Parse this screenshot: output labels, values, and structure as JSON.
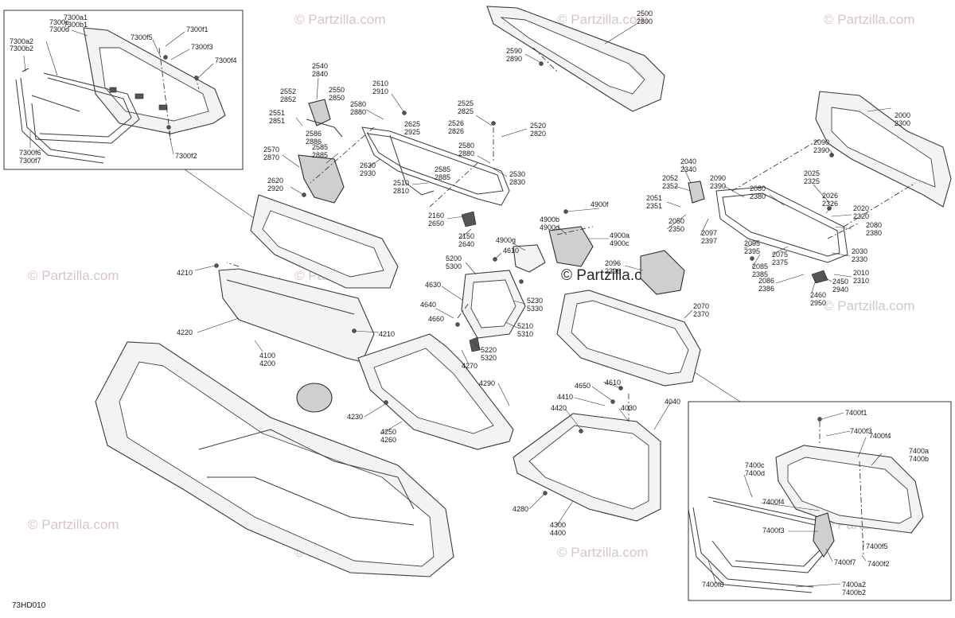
{
  "watermark": {
    "text": "© Partzilla.com",
    "center_text": "© Partzilla.com"
  },
  "diagram_code": "73HD010",
  "callouts": {
    "c7300c": "7300c",
    "c7300d": "7300d",
    "c7300a1": "7300a1",
    "c7300b1": "7300b1",
    "c7300f5": "7300f5",
    "c7300f1": "7300f1",
    "c7300f3": "7300f3",
    "c7300f4": "7300f4",
    "c7300a2": "7300a2",
    "c7300b2": "7300b2",
    "c7300f6": "7300f6",
    "c7300f7": "7300f7",
    "c7300f2": "7300f2",
    "c2500": "2500",
    "c2800": "2800",
    "c2590": "2590",
    "c2890": "2890",
    "c2540": "2540",
    "c2840": "2840",
    "c2610": "2610",
    "c2910": "2910",
    "c2552": "2552",
    "c2852": "2852",
    "c2550": "2550",
    "c2850": "2850",
    "c2551": "2551",
    "c2851": "2851",
    "c2580a": "2580",
    "c2880a": "2880",
    "c2586": "2586",
    "c2886": "2886",
    "c2625": "2625",
    "c2925": "2925",
    "c2525": "2525",
    "c2825": "2825",
    "c2526": "2526",
    "c2826": "2826",
    "c2520": "2520",
    "c2820": "2820",
    "c2000": "2000",
    "c2300": "2300",
    "c2570": "2570",
    "c2870": "2870",
    "c2585a": "2585",
    "c2885a": "2885",
    "c2630": "2630",
    "c2930": "2930",
    "c2580b": "2580",
    "c2880b": "2880",
    "c2585b": "2585",
    "c2885b": "2885",
    "c2530": "2530",
    "c2830": "2830",
    "c2090a": "2090",
    "c2390a": "2390",
    "c2620": "2620",
    "c2920": "2920",
    "c2510": "2510",
    "c2810": "2810",
    "c2040": "2040",
    "c2340": "2340",
    "c2052": "2052",
    "c2352": "2352",
    "c2090b": "2090",
    "c2390b": "2390",
    "c2025": "2025",
    "c2325": "2325",
    "c2080a": "2080",
    "c2380a": "2380",
    "c2026": "2026",
    "c2326": "2326",
    "c4900f": "4900f",
    "c2160": "2160",
    "c2650": "2650",
    "c4900b": "4900b",
    "c4900d": "4900d",
    "c2051": "2051",
    "c2351": "2351",
    "c2020": "2020",
    "c2320": "2320",
    "c2080b": "2080",
    "c2380b": "2380",
    "c2050": "2050",
    "c2350": "2350",
    "c2150": "2150",
    "c2640": "2640",
    "c4900g": "4900g",
    "c4900a": "4900a",
    "c4900c": "4900c",
    "c2097": "2097",
    "c2397": "2397",
    "c2095": "2095",
    "c2395": "2395",
    "c2075": "2075",
    "c2375": "2375",
    "c2030": "2030",
    "c2330": "2330",
    "c4210a": "4210",
    "c4610a": "4610",
    "c5200": "5200",
    "c5300": "5300",
    "c2096": "2096",
    "c2396": "2396",
    "c2085": "2085",
    "c2385": "2385",
    "c2010": "2010",
    "c2310": "2310",
    "c4630": "4630",
    "c2086": "2086",
    "c2386": "2386",
    "c2450": "2450",
    "c2940": "2940",
    "c2460": "2460",
    "c2950": "2950",
    "c5230": "5230",
    "c5330": "5330",
    "c2070": "2070",
    "c2370": "2370",
    "c4640": "4640",
    "c4660": "4660",
    "c4220": "4220",
    "c5210": "5210",
    "c5310": "5310",
    "c4210b": "4210",
    "c5220": "5220",
    "c5320": "5320",
    "c4100": "4100",
    "c4200": "4200",
    "c4270": "4270",
    "c4290": "4290",
    "c4610b": "4610",
    "c4650": "4650",
    "c4410": "4410",
    "c4040": "4040",
    "c4030": "4030",
    "c4420": "4420",
    "c4230": "4230",
    "c4250": "4250",
    "c4260": "4260",
    "c4280": "4280",
    "c4300": "4300",
    "c4400": "4400",
    "c7400f1": "7400f1",
    "c7400f3": "7400f3",
    "c7400f4a": "7400f4",
    "c7400a": "7400a",
    "c7400b": "7400b",
    "c7400c": "7400c",
    "c7400d": "7400d",
    "c7400f4b": "7400f4",
    "c7400f3b": "7400f3",
    "c7400f5": "7400f5",
    "c7400f2": "7400f2",
    "c7400f7": "7400f7",
    "c7400f6": "7400f6",
    "c7400a2": "7400a2",
    "c7400b2": "7400b2"
  }
}
